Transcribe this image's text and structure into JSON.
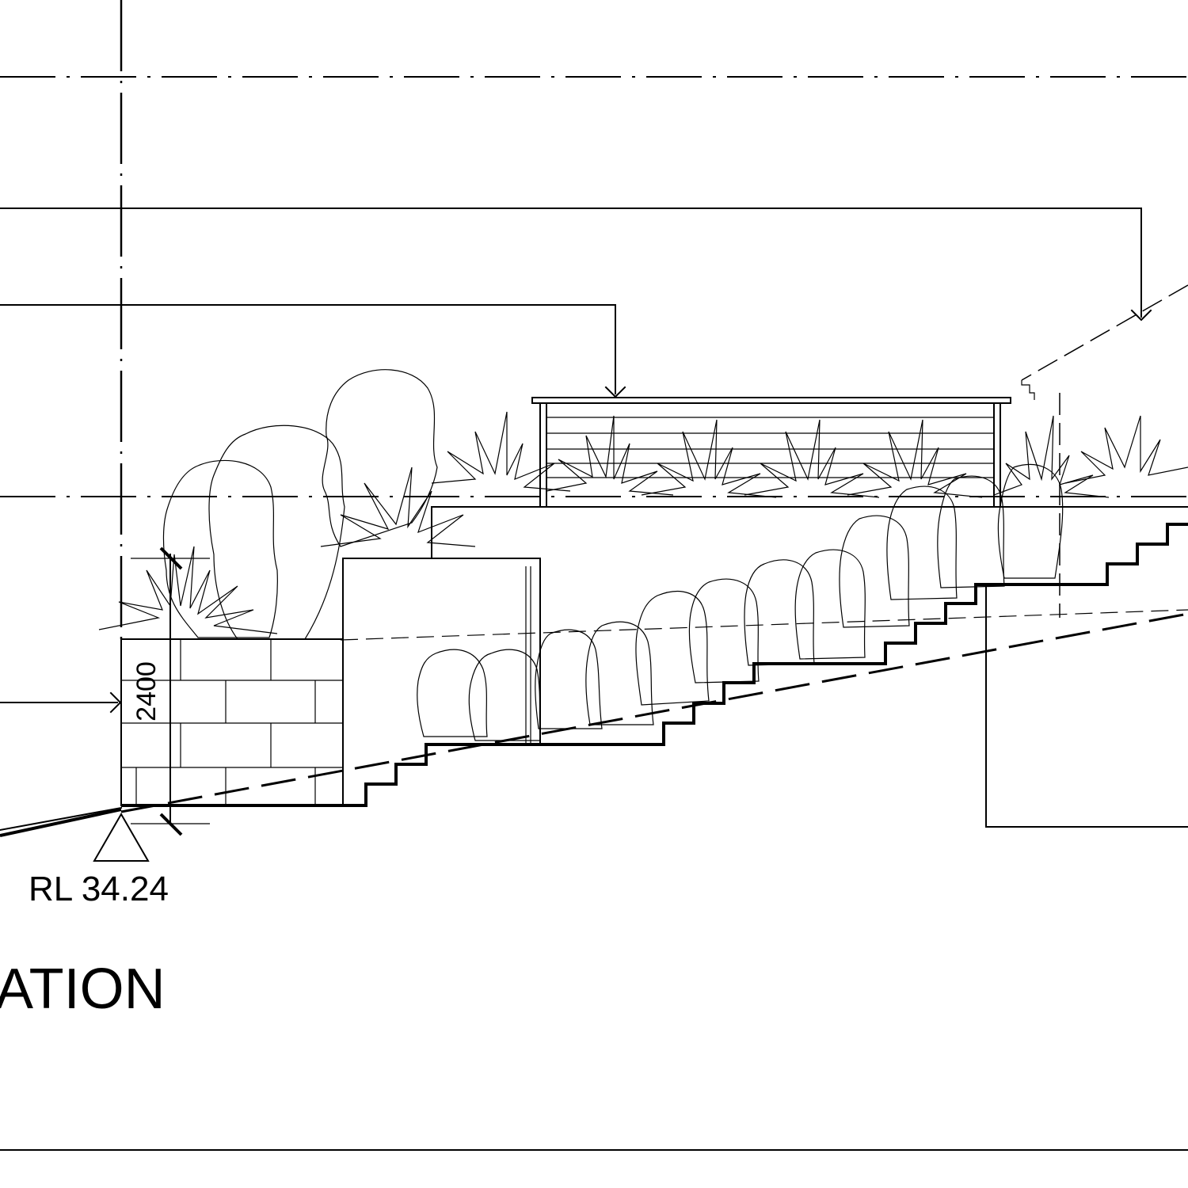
{
  "annotations": {
    "level_label": "RL 34.24",
    "dimension_label": "2400",
    "title_fragment": "ATION"
  },
  "colors": {
    "ink": "#000000",
    "paper": "#ffffff"
  }
}
